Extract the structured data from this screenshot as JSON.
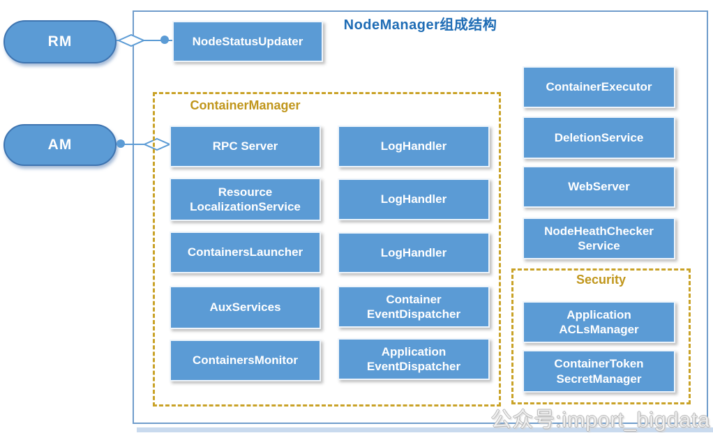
{
  "colors": {
    "accent_blue": "#5b9bd5",
    "frame_blue": "#6f9ccb",
    "title_blue": "#1e6cb5",
    "gold": "#c9a227",
    "shadow_strip": "#c9daee"
  },
  "title": "NodeManager组成结构",
  "watermark": "公众号:import_bigdata",
  "actors": {
    "rm": "RM",
    "am": "AM"
  },
  "top_box": "NodeStatusUpdater",
  "container_manager": {
    "title": "ContainerManager",
    "left": [
      "RPC Server",
      "Resource\nLocalizationService",
      "ContainersLauncher",
      "AuxServices",
      "ContainersMonitor"
    ],
    "right": [
      "LogHandler",
      "LogHandler",
      "LogHandler",
      "Container\nEventDispatcher",
      "Application\nEventDispatcher"
    ]
  },
  "right_column": [
    "ContainerExecutor",
    "DeletionService",
    "WebServer",
    "NodeHeathChecker\nService"
  ],
  "security": {
    "title": "Security",
    "items": [
      "Application\nACLsManager",
      "ContainerToken\nSecretManager"
    ]
  }
}
